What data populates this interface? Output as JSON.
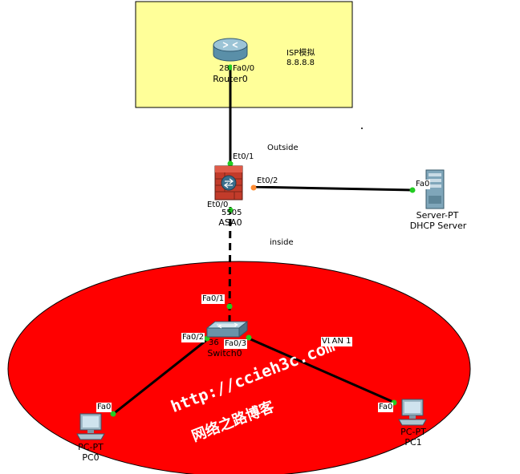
{
  "isp_area": {
    "note_line1": "ISP模拟",
    "note_line2": "8.8.8.8",
    "fill": "#ffff99"
  },
  "inside_area": {
    "fill": "#ff0000"
  },
  "devices": {
    "router": {
      "model": "28",
      "name": "Router0",
      "port": "Fa0/0"
    },
    "asa": {
      "model": "5505",
      "name": "ASA0",
      "port_outside": "Et0/1",
      "port_dmz": "Et0/2",
      "port_inside": "Et0/0"
    },
    "server": {
      "model": "Server-PT",
      "name": "DHCP Server",
      "port": "Fa0"
    },
    "switch": {
      "model": "36",
      "name": "Switch0",
      "port_uplink": "Fa0/1",
      "port_pc0": "Fa0/2",
      "port_pc1": "Fa0/3"
    },
    "pc0": {
      "model": "PC-PT",
      "name": "PC0",
      "port": "Fa0"
    },
    "pc1": {
      "model": "PC-PT",
      "name": "PC1",
      "port": "Fa0"
    }
  },
  "labels": {
    "outside": "Outside",
    "inside": "inside",
    "vlan": "VLAN 1"
  },
  "watermark": {
    "line1": "http://ccieh3c.com",
    "line2": "网络之路博客"
  },
  "colors": {
    "link_up": "#22cc22",
    "link_amber": "#ff8c33"
  }
}
